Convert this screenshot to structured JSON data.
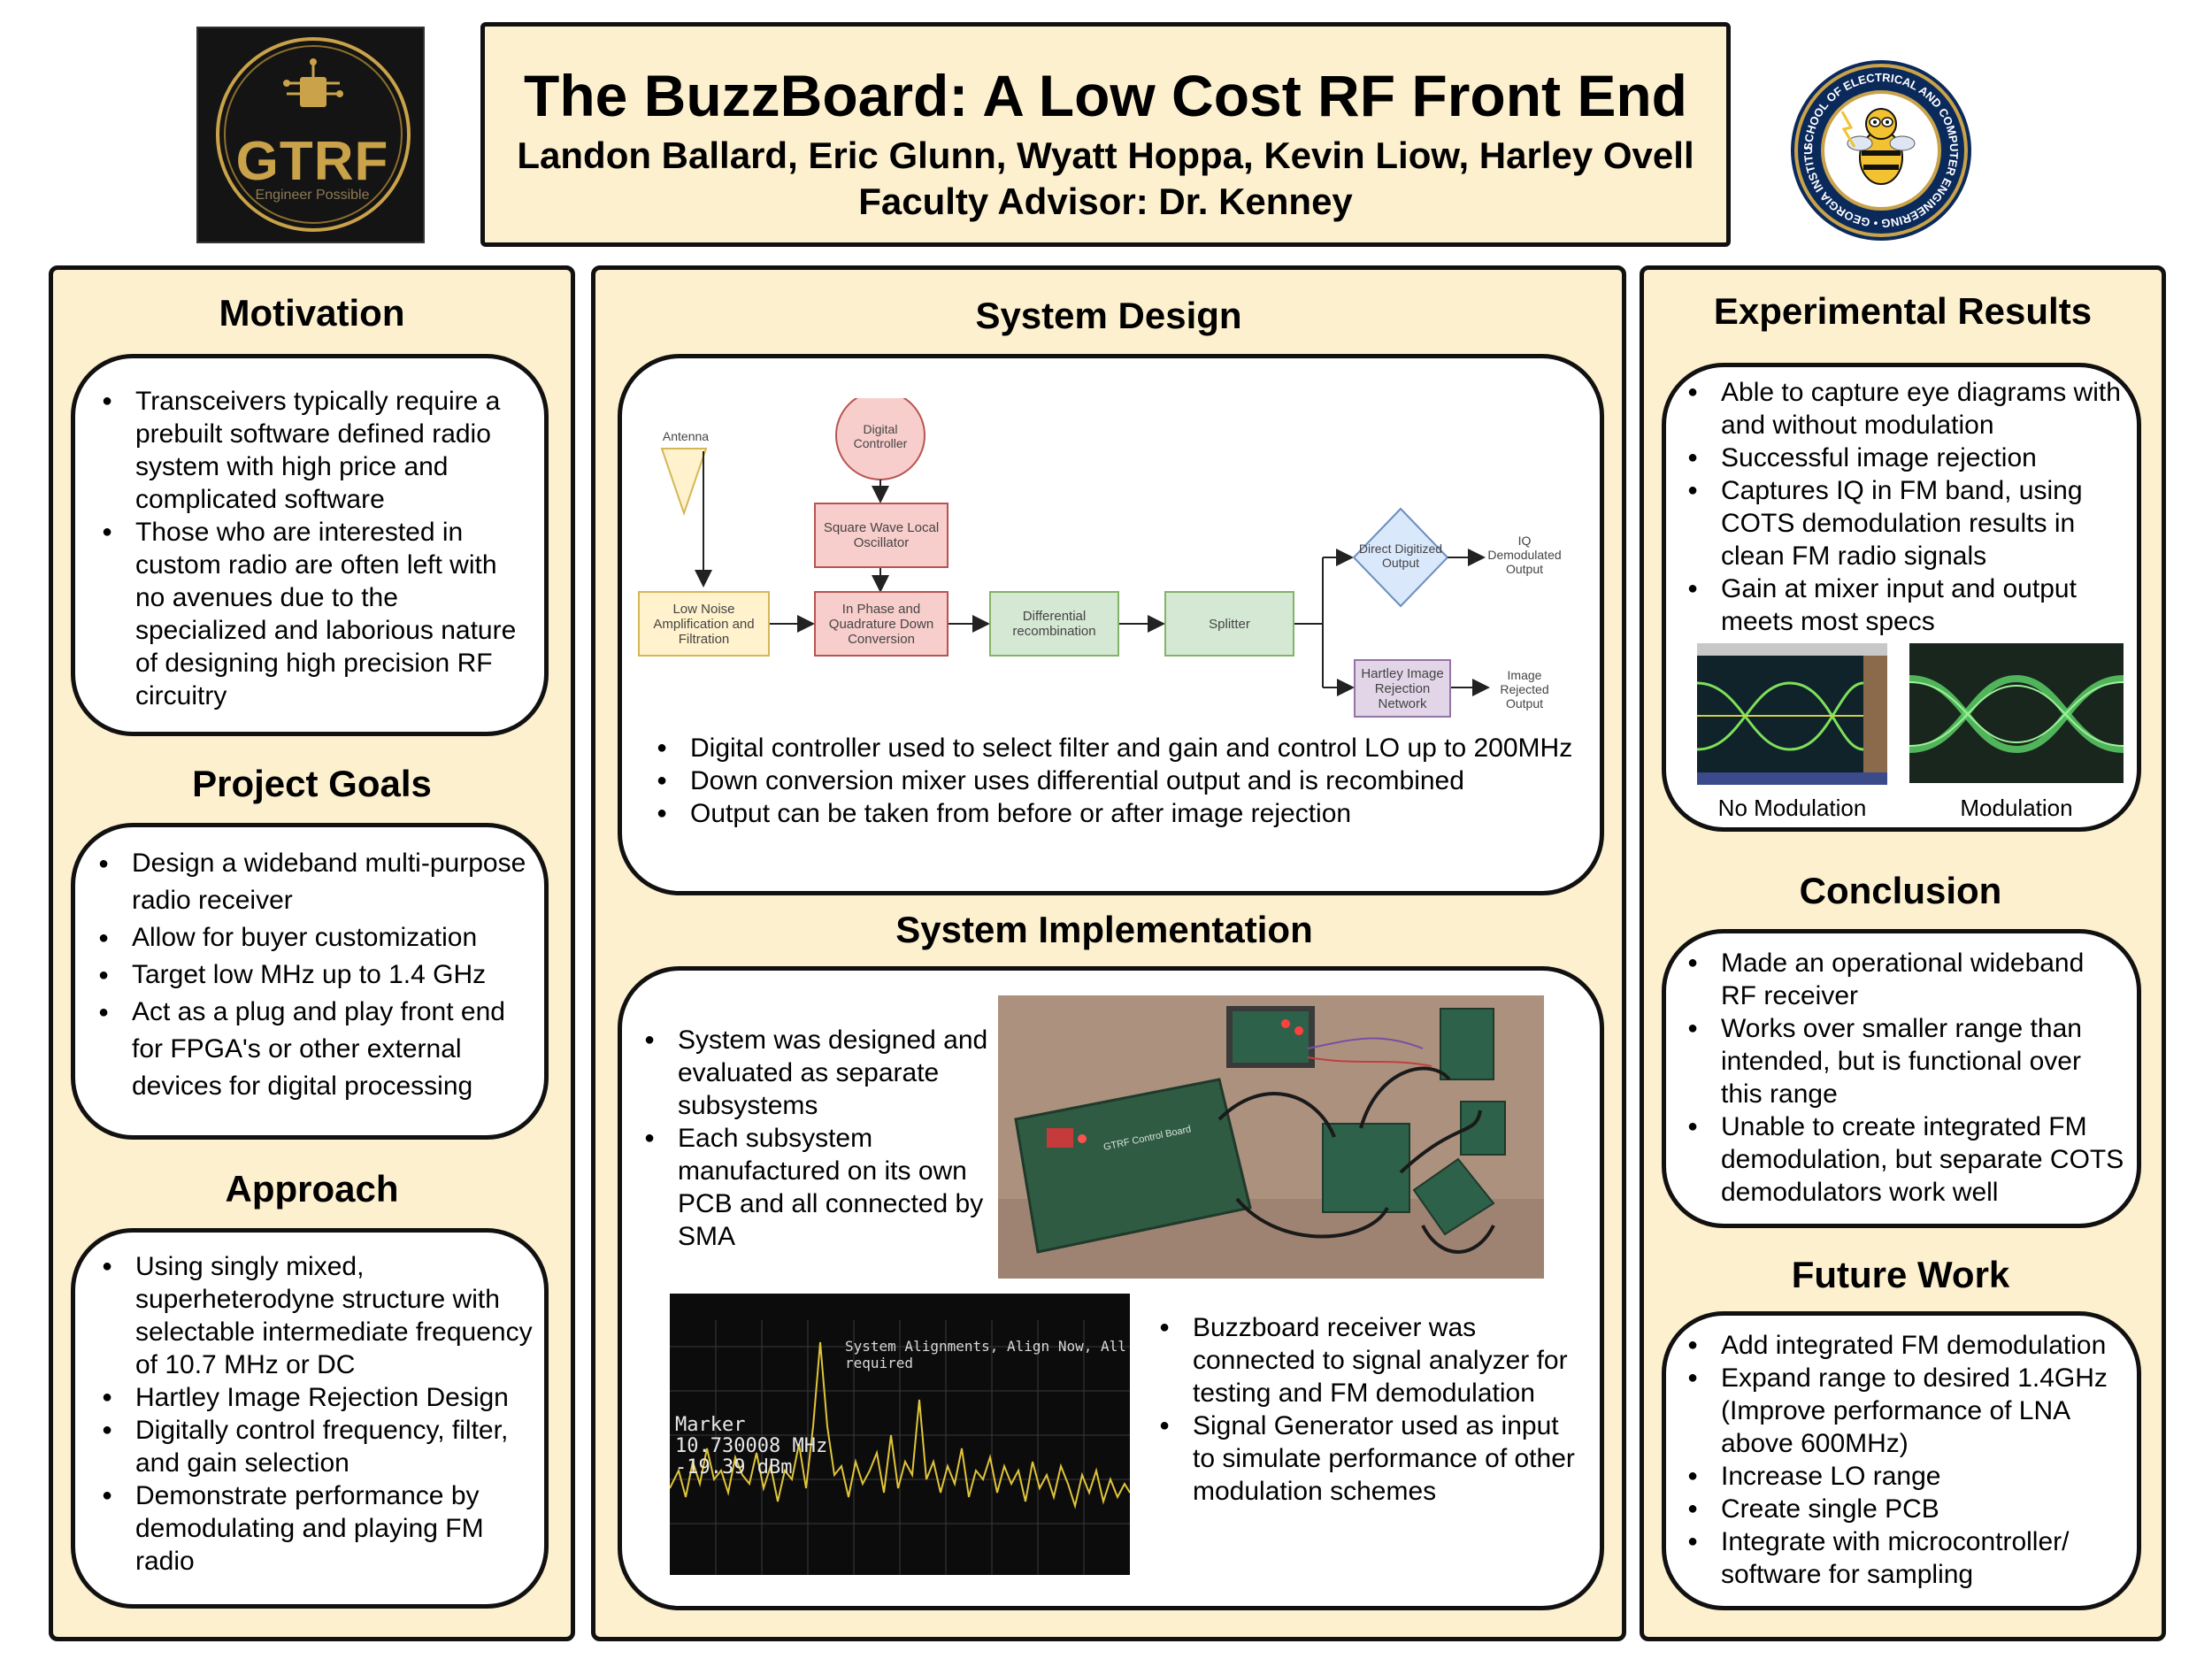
{
  "header": {
    "title": "The BuzzBoard: A Low Cost RF Front End",
    "authors": "Landon Ballard, Eric Glunn, Wyatt Hoppa, Kevin Liow, Harley Ovell",
    "advisor": "Faculty Advisor: Dr. Kenney"
  },
  "logo_left": {
    "text": "GTRF",
    "tagline": "Engineer Possible"
  },
  "logo_right": {
    "ring_text": "SCHOOL OF ELECTRICAL AND COMPUTER ENGINEERING • GEORGIA INSTITUTE OF TECHNOLOGY •"
  },
  "motivation": {
    "title": "Motivation",
    "bullets": [
      "Transceivers typically require a prebuilt software defined radio system with high price and complicated software",
      "Those who are interested in custom radio are often left with no avenues due to the specialized and laborious nature of designing high precision RF circuitry"
    ]
  },
  "goals": {
    "title": "Project Goals",
    "bullets": [
      "Design a wideband multi-purpose radio receiver",
      "Allow for buyer customization",
      "Target low MHz up to 1.4 GHz",
      "Act as a plug and play front end for FPGA's or other external devices for digital processing"
    ]
  },
  "approach": {
    "title": "Approach",
    "bullets": [
      "Using singly mixed, superheterodyne structure with selectable intermediate frequency of 10.7 MHz or DC",
      "Hartley Image Rejection Design",
      "Digitally control frequency, filter, and gain selection",
      "Demonstrate performance by demodulating and playing FM radio"
    ]
  },
  "system_design": {
    "title": "System Design",
    "diagram": {
      "antenna": "Antenna",
      "digital_controller": "Digital Controller",
      "square_wave_lo": "Square Wave Local Oscillator",
      "lna": "Low Noise Amplification and Filtration",
      "iq_down": "In Phase and Quadrature Down Conversion",
      "diff_recomb": "Differential recombination",
      "splitter": "Splitter",
      "direct_output": "Direct Digitized Output",
      "iq_demod_output": "IQ Demodulated Output",
      "hartley": "Hartley Image Rejection Network",
      "image_rejected_output": "Image Rejected Output"
    },
    "bullets": [
      "Digital controller used to select filter and gain and control LO up to 200MHz",
      "Down conversion mixer uses differential output and is recombined",
      "Output can be taken from before or after image rejection"
    ]
  },
  "implementation": {
    "title": "System Implementation",
    "bullets_top": [
      "System was designed and evaluated as separate subsystems",
      "Each subsystem manufactured on its own PCB and all connected by SMA"
    ],
    "board_label": "GTRF Control Board",
    "analyzer": {
      "status_text": "System Alignments, Align Now, All required",
      "marker_label": "Marker",
      "marker_freq": "10.730008 MHz",
      "marker_level": "-19.39 dBm"
    },
    "bullets_bottom": [
      "Buzzboard receiver was connected to signal analyzer for testing and FM demodulation",
      "Signal Generator used as input to simulate performance of other modulation schemes"
    ]
  },
  "results": {
    "title": "Experimental Results",
    "bullets": [
      "Able to capture eye diagrams with and without modulation",
      "Successful image rejection",
      "Captures IQ in FM band, using COTS demodulation results in clean FM radio signals",
      "Gain at mixer input and output meets most specs"
    ],
    "caption_left": "No Modulation",
    "caption_right": "Modulation"
  },
  "conclusion": {
    "title": "Conclusion",
    "bullets": [
      "Made an operational wideband RF receiver",
      "Works over smaller range than intended, but is functional over this range",
      "Unable to create integrated FM demodulation, but separate COTS demodulators work well"
    ]
  },
  "future": {
    "title": "Future Work",
    "bullets": [
      "Add integrated FM demodulation",
      "Expand range to desired 1.4GHz (Improve performance of LNA above 600MHz)",
      "Increase LO range",
      "Create single PCB",
      "Integrate with microcontroller/ software for sampling"
    ]
  },
  "colors": {
    "panel_bg": "#fdf0cf",
    "border": "#111111",
    "gold": "#c9a24a",
    "navy": "#0b2a5c"
  }
}
